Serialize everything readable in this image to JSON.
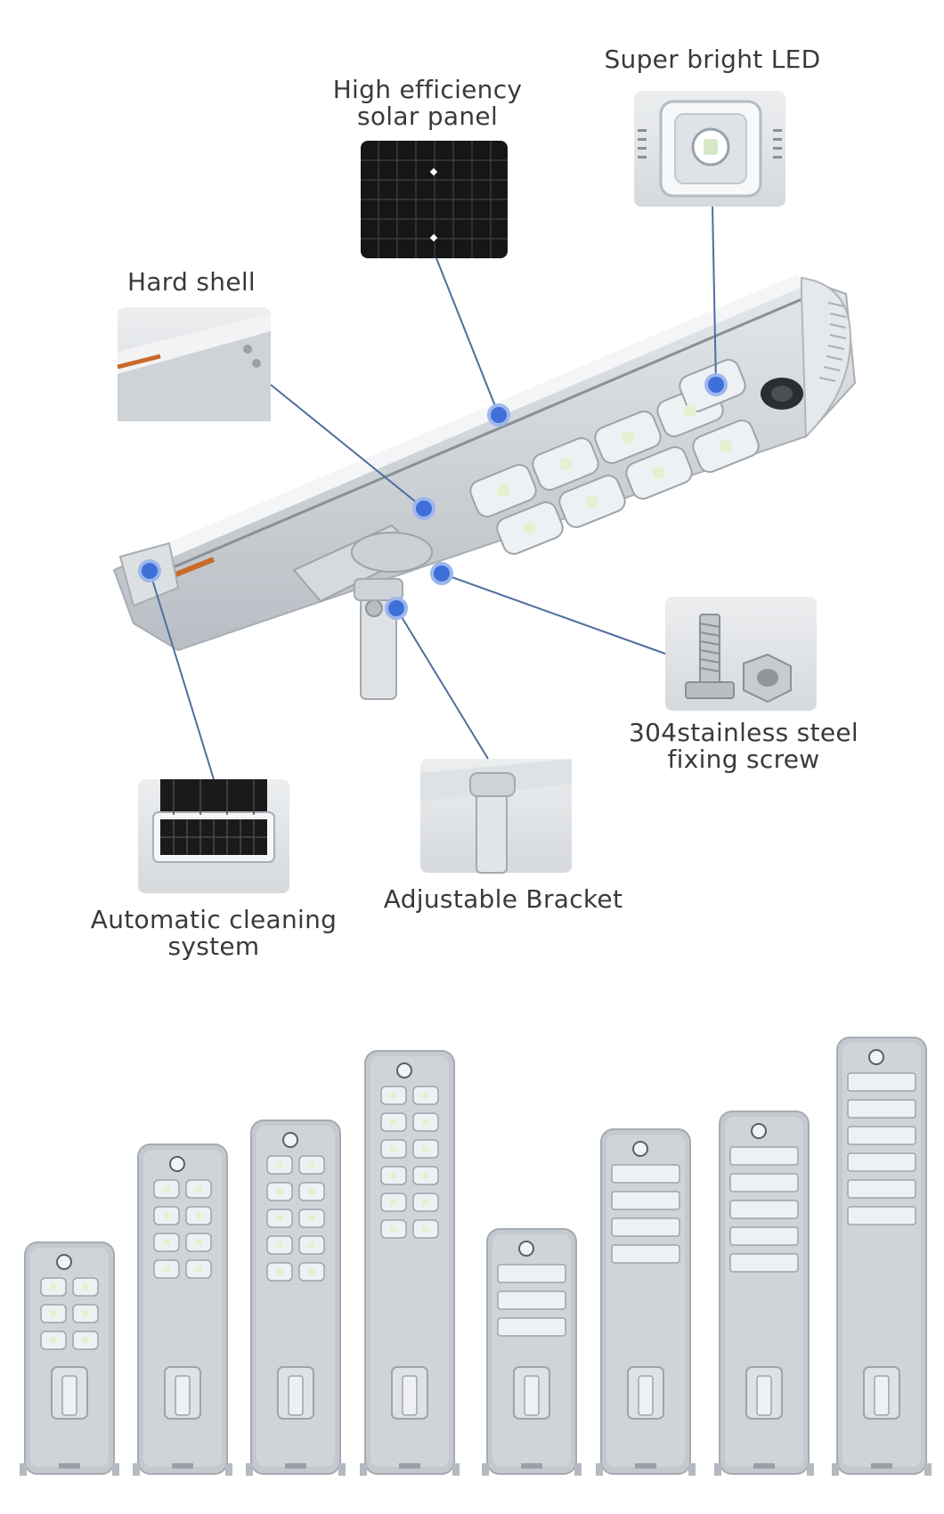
{
  "callouts": {
    "solar_panel": {
      "line1": "High efficiency",
      "line2": "solar panel"
    },
    "led": {
      "label": "Super bright LED"
    },
    "hard_shell": {
      "label": "Hard shell"
    },
    "screw": {
      "line1": "304stainless steel",
      "line2": "fixing screw"
    },
    "bracket": {
      "label": "Adjustable Bracket"
    },
    "cleaning": {
      "line1": "Automatic cleaning",
      "line2": "system"
    }
  },
  "colors": {
    "accent_dot": "#3f6fd8",
    "leader_line": "#4a6a9a",
    "housing": "#c9ced3",
    "panel": "#141414",
    "thumb_bg": "#e6e8ea"
  },
  "products": [
    {
      "led_style": "module",
      "rows": 3
    },
    {
      "led_style": "module",
      "rows": 4
    },
    {
      "led_style": "module",
      "rows": 5
    },
    {
      "led_style": "module",
      "rows": 6
    },
    {
      "led_style": "strip",
      "rows": 3
    },
    {
      "led_style": "strip",
      "rows": 4
    },
    {
      "led_style": "strip",
      "rows": 5
    },
    {
      "led_style": "strip",
      "rows": 6
    }
  ]
}
